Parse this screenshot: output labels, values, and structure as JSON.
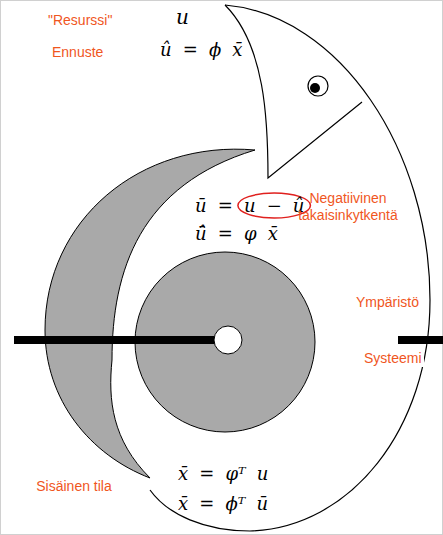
{
  "diagram": {
    "labels": [
      "\"Resurssi\"",
      "u",
      "Ennuste",
      "û = ϕ x̄",
      "ū = u − û",
      "Negatiivinen takaisinkytkentä",
      "ū̂ = φ x̄",
      "Ympäristö",
      "Systeemi",
      "Sisäinen tila",
      "x̄ = φᵀ u",
      "x̄ = ϕᵀ ū"
    ]
  }
}
